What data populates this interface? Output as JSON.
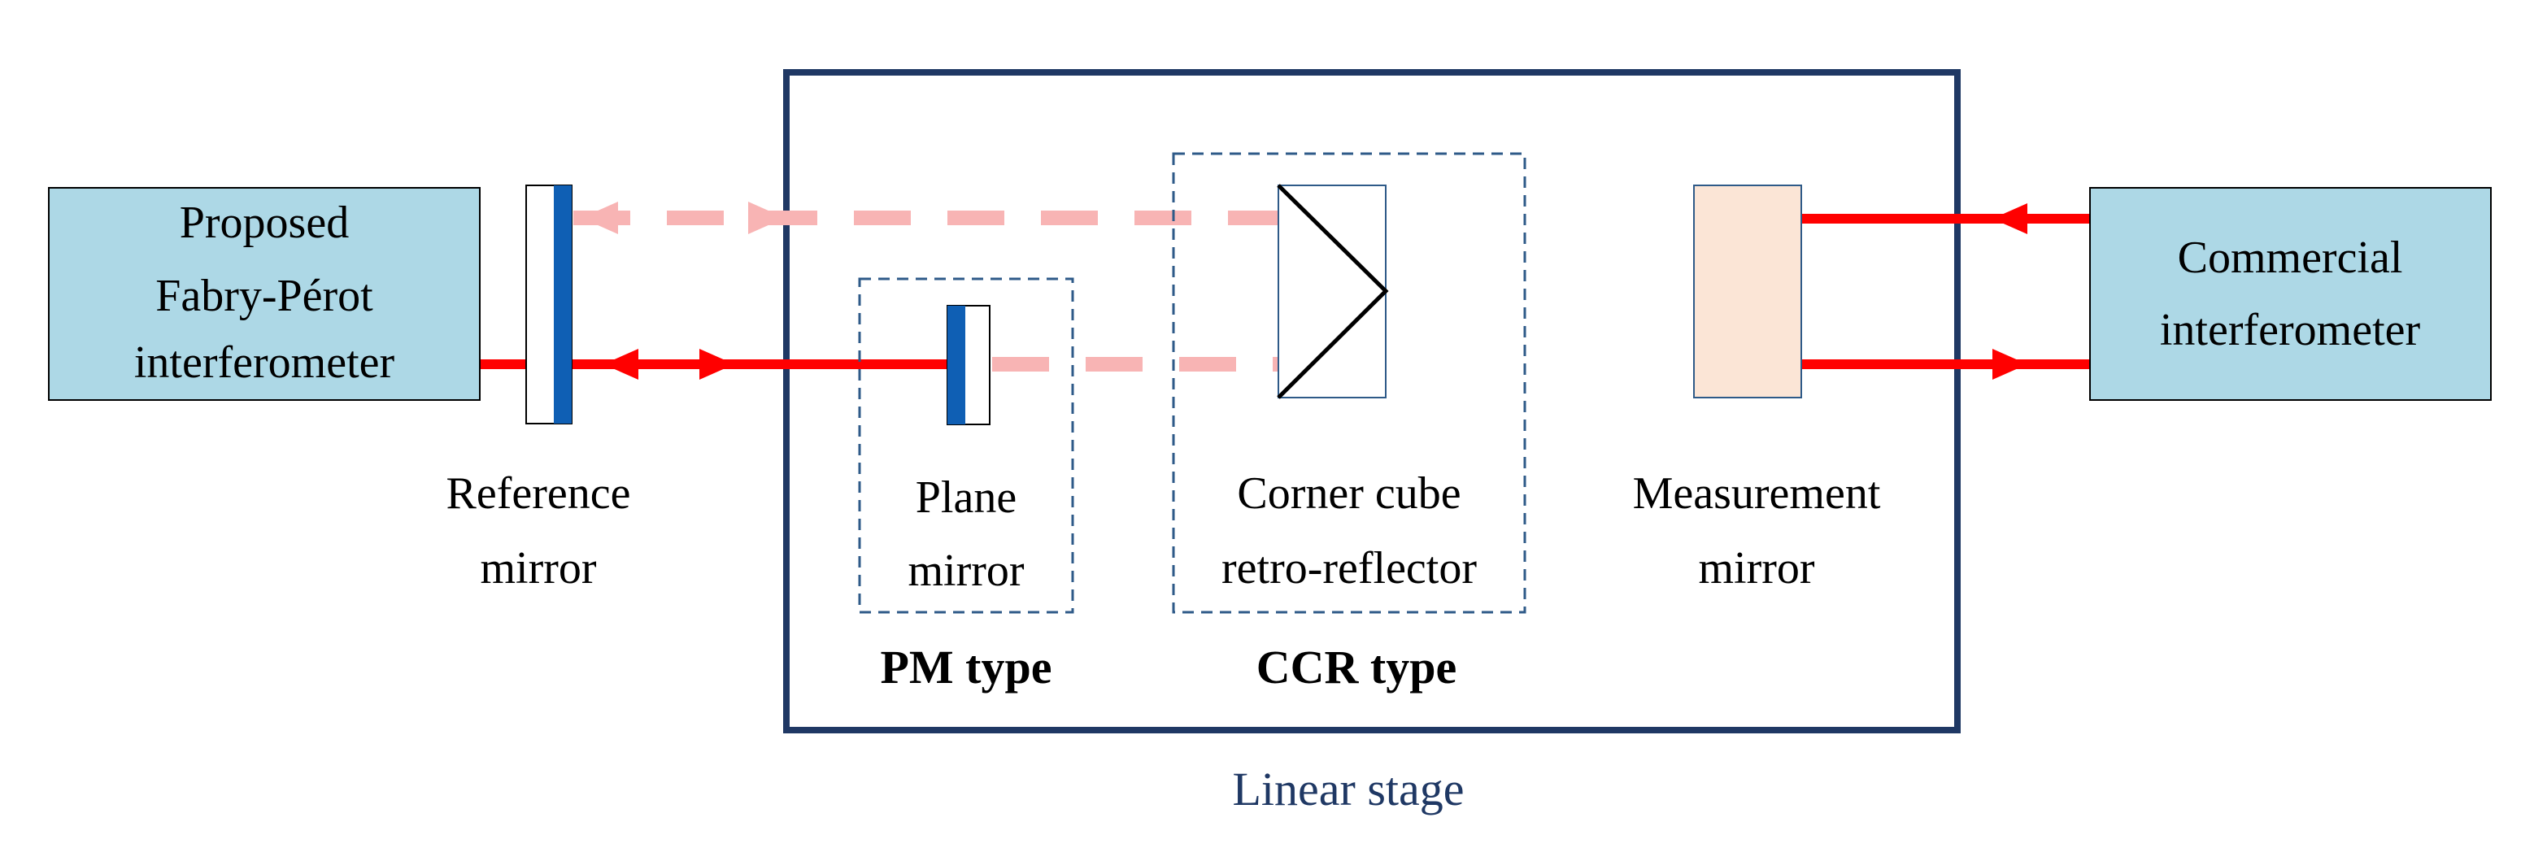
{
  "colors": {
    "beam": "#ff0000",
    "beam_faded": "#f8b4b4",
    "box_fill": "#add8e6",
    "stage_border": "#1f3864",
    "mirror_blue": "#0f5fb4",
    "measurement_fill": "#fbe5d6",
    "dashed_box": "#2e5a88",
    "stage_label": "#1f3864"
  },
  "left_box": {
    "line1": "Proposed",
    "line2": "Fabry-Pérot",
    "line3": "interferometer"
  },
  "right_box": {
    "line1": "Commercial",
    "line2": "interferometer"
  },
  "reference_mirror": {
    "line1": "Reference",
    "line2": "mirror"
  },
  "plane_mirror": {
    "line1": "Plane",
    "line2": "mirror"
  },
  "ccr": {
    "line1": "Corner cube",
    "line2": "retro-reflector"
  },
  "measurement_mirror": {
    "line1": "Measurement",
    "line2": "mirror"
  },
  "pm_type": "PM type",
  "ccr_type": "CCR type",
  "stage_label": "Linear stage"
}
